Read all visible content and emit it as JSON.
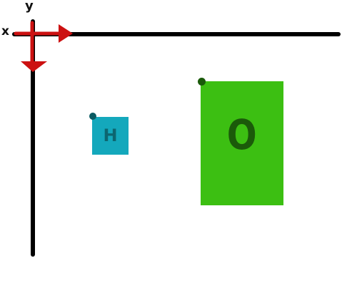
{
  "axes": {
    "x_label": "x",
    "y_label": "y",
    "axis_color": "#000000",
    "arrow_color": "#cc1111"
  },
  "boxes": [
    {
      "label": "H",
      "fill": "#14a8bc",
      "text_color": "#0d6670",
      "dot_color": "#0b5a62"
    },
    {
      "label": "O",
      "fill": "#3cbf12",
      "text_color": "#1b5a0a",
      "dot_color": "#1a5a0a"
    }
  ]
}
